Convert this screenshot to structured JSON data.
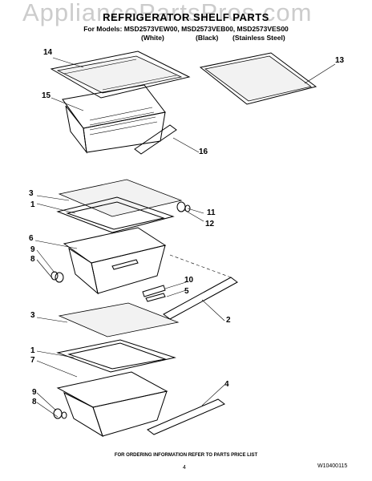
{
  "header": {
    "title": "REFRIGERATOR SHELF PARTS",
    "models": "For Models: MSD2573VEW00, MSD2573VEB00, MSD2573VES00",
    "colors": [
      "(White)",
      "(Black)",
      "(Stainless Steel)"
    ]
  },
  "watermark": "AppliancePartsPros.com",
  "callouts": [
    "14",
    "13",
    "15",
    "16",
    "3",
    "1",
    "11",
    "12",
    "6",
    "9",
    "8",
    "10",
    "5",
    "2",
    "3",
    "1",
    "7",
    "4",
    "9",
    "8"
  ],
  "footer": {
    "order_note": "FOR ORDERING INFORMATION REFER TO PARTS PRICE LIST",
    "page_number": "4",
    "doc_id": "W10400115"
  }
}
